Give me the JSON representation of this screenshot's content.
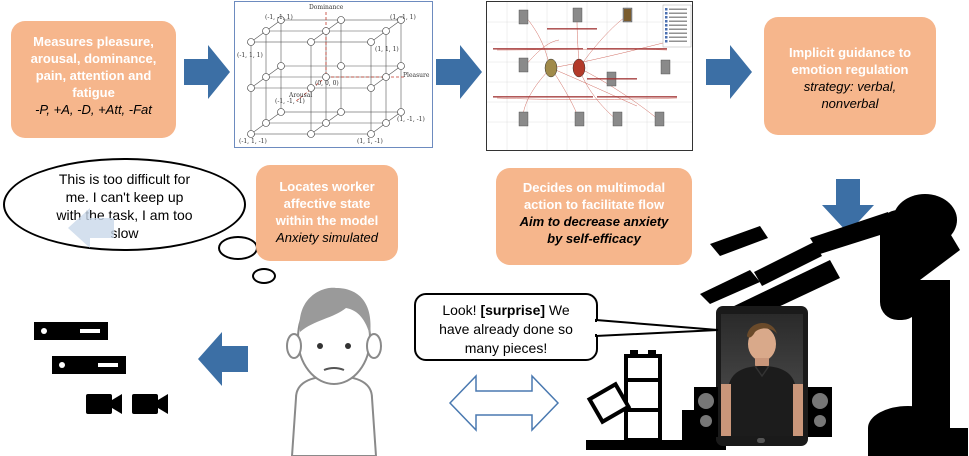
{
  "boxes": {
    "measures": {
      "line1": "Measures pleasure,",
      "line2": "arousal, dominance,",
      "line3": "pain, attention and",
      "line4": "fatigue",
      "italic": "-P, +A, -D, +Att, -Fat"
    },
    "guidance": {
      "line1": "Implicit guidance to",
      "line2": "emotion regulation",
      "italic1": "strategy: verbal,",
      "italic2": "nonverbal"
    },
    "locates": {
      "line1": "Locates worker",
      "line2": "affective state",
      "line3": "within the model",
      "italic": "Anxiety simulated"
    },
    "decides": {
      "line1": "Decides on multimodal",
      "line2": "action to facilitate flow",
      "italic1": "Aim to decrease anxiety",
      "italic2": "by self-efficacy"
    }
  },
  "thought_bubble": {
    "line1": "This is too difficult for",
    "line2": "me. I can't keep up",
    "line3": "with the task, I am too",
    "line4": "slow"
  },
  "speech_bubble": {
    "line1_pre": "Look! ",
    "line1_bold": "[surprise]",
    "line1_post": " We",
    "line2": "have already done so",
    "line3": "many pieces!"
  },
  "pad_cube": {
    "dominance": "Dominance",
    "pleasure": "Pleasure",
    "arousal": "Arousal",
    "origin": "(0, 0, 0)",
    "c1": "(-1, -1, 1)",
    "c2": "(1, -1, 1)",
    "c3": "(-1, 1, 1)",
    "c4": "(1, 1, 1)",
    "c5": "(-1, -1, -1)",
    "c6": "(1, -1, -1)",
    "c7": "(-1, 1, -1)",
    "c8": "(1, 1, -1)"
  },
  "colors": {
    "box": "#f6b68c",
    "arrow": "#3c6fa5",
    "outline_arrow": "#4a79b0"
  }
}
